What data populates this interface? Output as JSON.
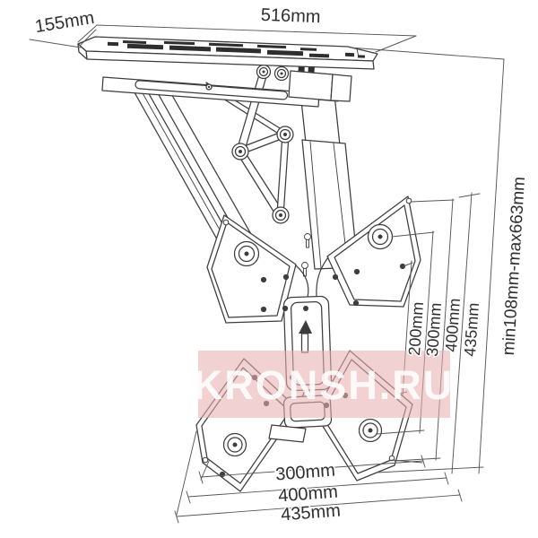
{
  "dimensions": {
    "top_depth": "155mm",
    "top_width": "516mm",
    "height_range": "min108mm-max663mm",
    "right_vertical": [
      "200mm",
      "300mm",
      "400mm",
      "435mm"
    ],
    "bottom_horizontal": [
      "300mm",
      "400mm",
      "435mm"
    ]
  },
  "watermark": {
    "text": "KRONSH.RU"
  },
  "colors": {
    "line": "#3d3d3d",
    "dim": "#585858",
    "label": "#2f2f2f",
    "slot": "#2e2e2e",
    "wm_band": "#e7b0b0",
    "wm_text": "#ffffff"
  }
}
